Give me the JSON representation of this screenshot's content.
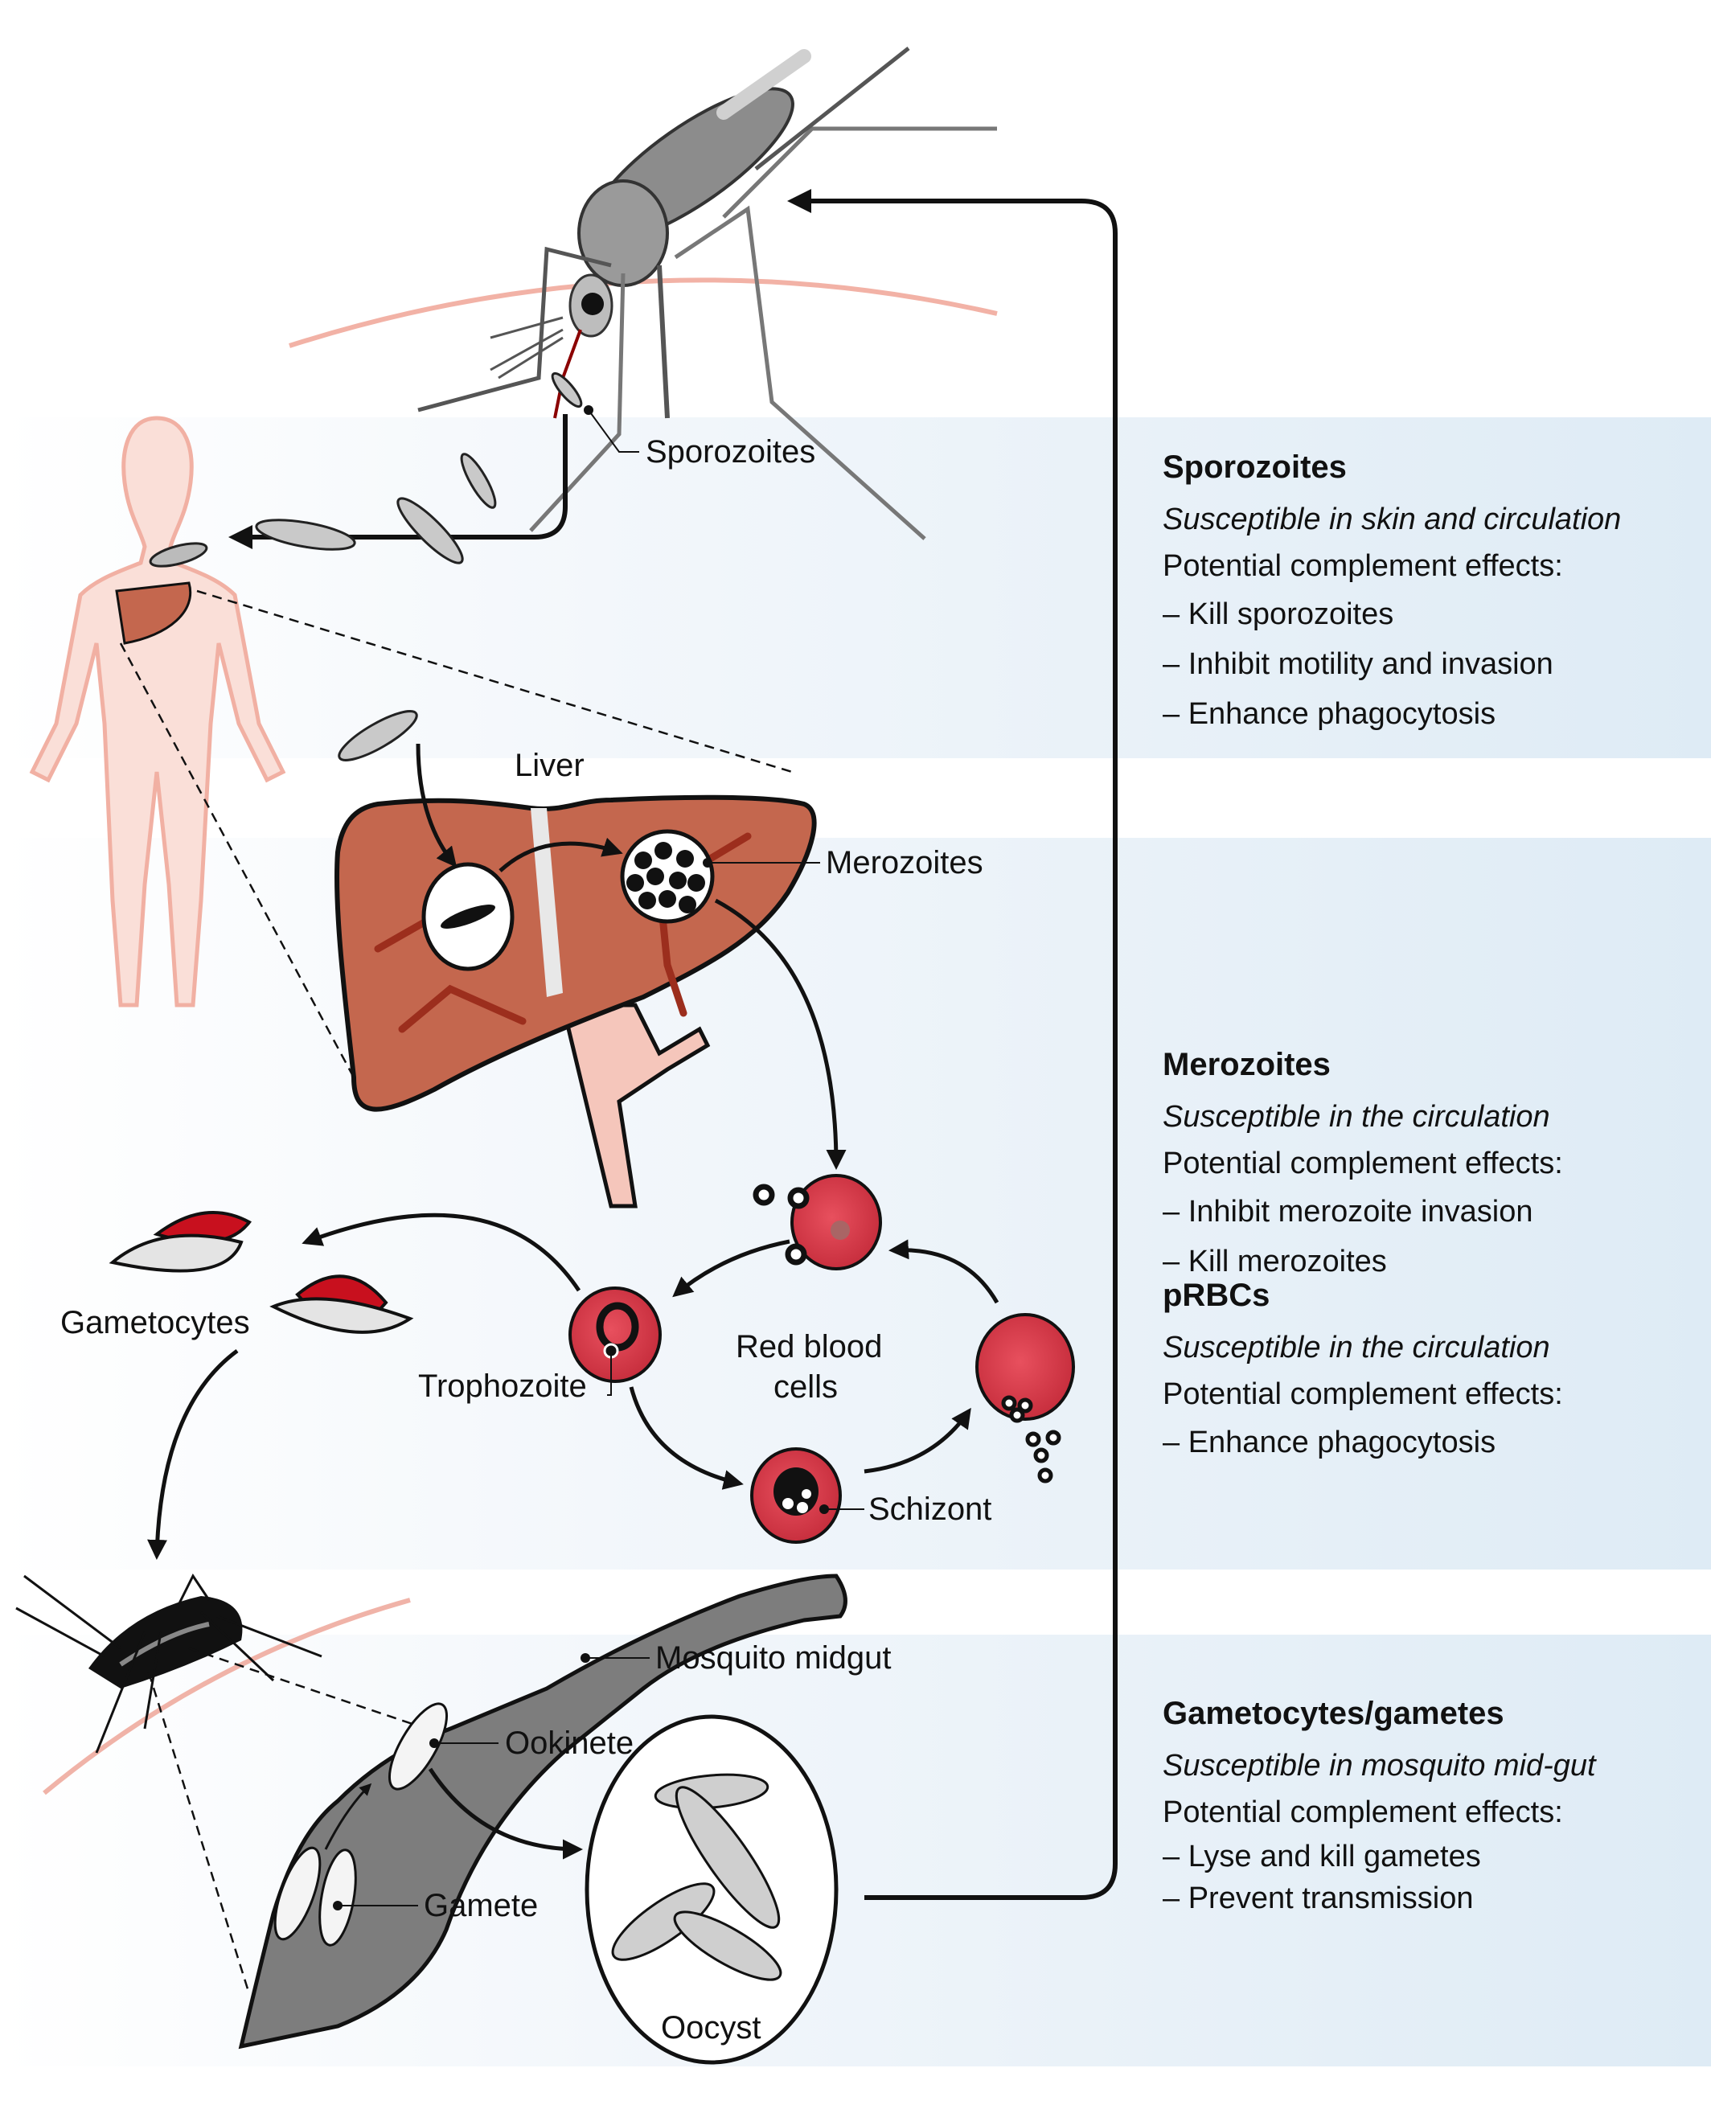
{
  "colors": {
    "band_left": "#f7fafd",
    "band_right": "#deebf5",
    "liver": "#c4674e",
    "liver_vessel": "#9c2e1d",
    "rbc": "#d63a4a",
    "skin": "#f3b8ad",
    "body": "#f9ddd6",
    "mosquito_gray": "#8a8a8a",
    "midgut_gray": "#7d7d7d",
    "arrow": "#111111"
  },
  "diagram": {
    "labels": {
      "sporozoites": "Sporozoites",
      "liver": "Liver",
      "merozoites": "Merozoites",
      "gametocytes": "Gametocytes",
      "trophozoite": "Trophozoite",
      "red_blood_cells_line1": "Red blood",
      "red_blood_cells_line2": "cells",
      "schizont": "Schizont",
      "mosquito_midgut": "Mosquito midgut",
      "ookinete": "Ookinete",
      "gamete": "Gamete",
      "oocyst": "Oocyst"
    }
  },
  "panels": [
    {
      "title": "Sporozoites",
      "susceptibility": "Susceptible in skin and circulation",
      "effects_heading": "Potential complement effects:",
      "effects": [
        "– Kill sporozoites",
        "– Inhibit motility and invasion",
        "– Enhance phagocytosis"
      ]
    },
    {
      "title": "Merozoites",
      "susceptibility": "Susceptible in the circulation",
      "effects_heading": "Potential complement effects:",
      "effects": [
        "– Inhibit merozoite invasion",
        "– Kill merozoites"
      ]
    },
    {
      "title": "pRBCs",
      "susceptibility": "Susceptible in the circulation",
      "effects_heading": "Potential complement effects:",
      "effects": [
        "– Enhance phagocytosis"
      ]
    },
    {
      "title": "Gametocytes/gametes",
      "susceptibility": "Susceptible in mosquito mid-gut",
      "effects_heading": "Potential complement effects:",
      "effects": [
        "– Lyse and kill gametes",
        "– Prevent transmission"
      ]
    }
  ]
}
